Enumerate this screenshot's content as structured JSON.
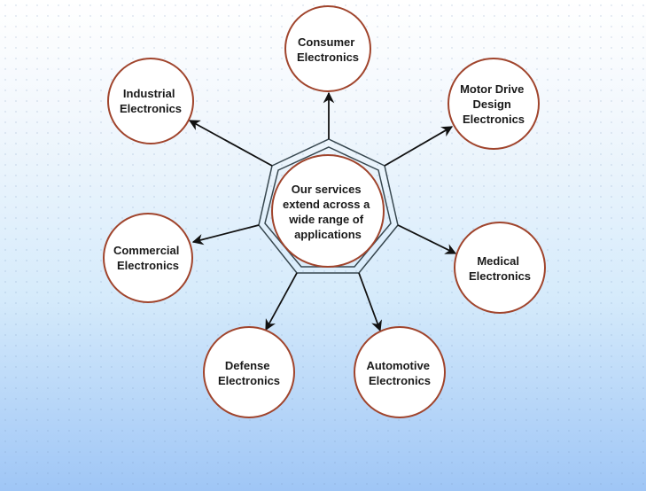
{
  "center": {
    "lines": [
      "Our services",
      "extend across a",
      "wide range of",
      "applications"
    ]
  },
  "nodes": [
    {
      "id": "consumer",
      "lines": [
        "Consumer",
        "Electronics"
      ]
    },
    {
      "id": "industrial",
      "lines": [
        "Industrial",
        "Electronics"
      ]
    },
    {
      "id": "motor-drive",
      "lines": [
        "Motor Drive",
        "Design",
        "Electronics"
      ]
    },
    {
      "id": "commercial",
      "lines": [
        "Commercial",
        "Electronics"
      ]
    },
    {
      "id": "medical",
      "lines": [
        "Medical",
        "Electronics"
      ]
    },
    {
      "id": "defense",
      "lines": [
        "Defense",
        "Electronics"
      ]
    },
    {
      "id": "automotive",
      "lines": [
        "Automotive",
        "Electronics"
      ]
    }
  ],
  "colors": {
    "circle_stroke": "#a0442c",
    "circle_fill": "#ffffff",
    "heptagon_stroke": "#37474f",
    "arrow": "#111111"
  }
}
